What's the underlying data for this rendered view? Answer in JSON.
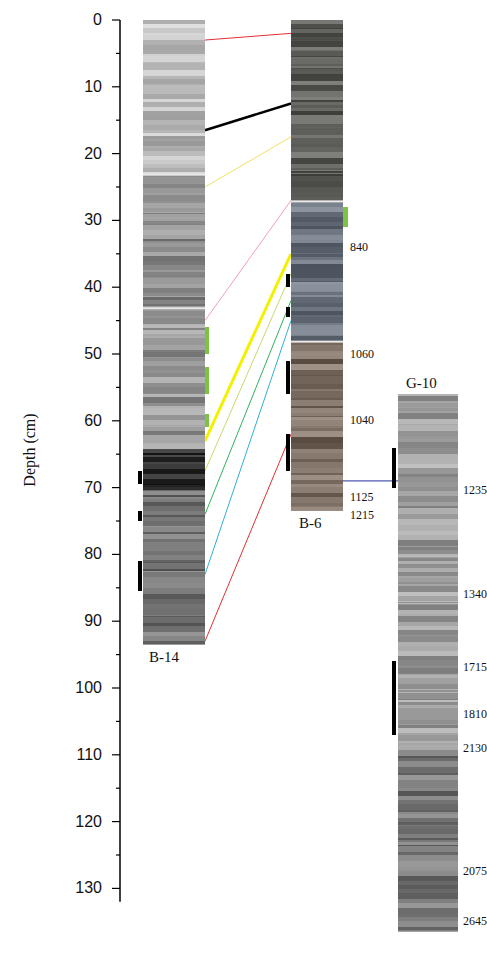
{
  "diagram": {
    "nodes": [
      {
        "text": [
          "B-14"
        ]
      },
      {
        "text": [
          "B-6"
        ]
      },
      {
        "text": [
          "G-10"
        ]
      }
    ],
    "edges": [
      {
        "from": 0,
        "to": 1,
        "arrow": "none"
      },
      {
        "from": 0,
        "to": 1,
        "arrow": "none"
      },
      {
        "from": 0,
        "to": 1,
        "arrow": "none"
      },
      {
        "from": 0,
        "to": 1,
        "arrow": "none"
      },
      {
        "from": 0,
        "to": 1,
        "arrow": "none"
      },
      {
        "from": 0,
        "to": 1,
        "arrow": "none"
      },
      {
        "from": 0,
        "to": 1,
        "arrow": "none"
      },
      {
        "from": 0,
        "to": 1,
        "arrow": "none"
      },
      {
        "from": 0,
        "to": 1,
        "arrow": "none"
      },
      {
        "from": 1,
        "to": 2,
        "arrow": "none"
      }
    ],
    "labels": [
      "0",
      "10",
      "20",
      "30",
      "40",
      "50",
      "60",
      "70",
      "80",
      "90",
      "100",
      "110",
      "120",
      "130",
      "Depth (cm)",
      "840",
      "1060",
      "1040",
      "1125",
      "1215",
      "1235",
      "1340",
      "1715",
      "1810",
      "2130",
      "2075",
      "2645"
    ]
  }
}
